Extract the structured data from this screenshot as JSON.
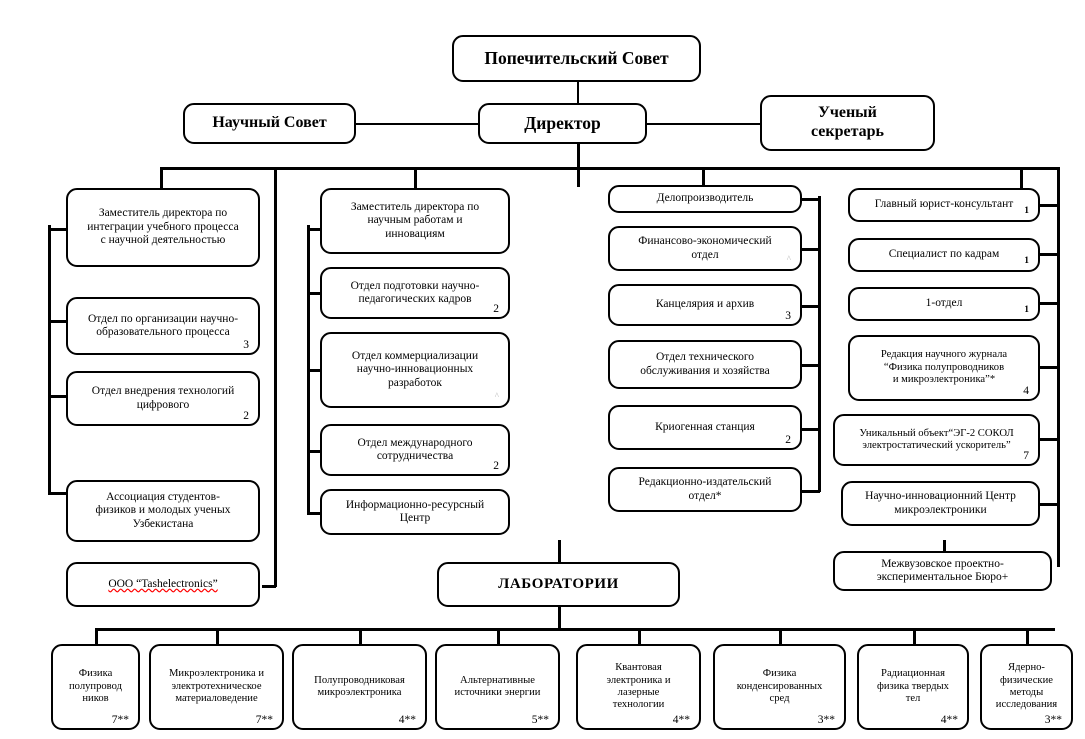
{
  "diagram": {
    "title": "Organizational structure chart",
    "language": "ru",
    "line_color": "#000000",
    "box_fill": "#ffffff",
    "spellcheck_underline_color": "#ff0000"
  },
  "top": {
    "board": "Попечительский Совет",
    "director": "Директор",
    "scientific_council": "Научный Совет",
    "academic_secretary": "Ученый\nсекретарь"
  },
  "column1": {
    "items": [
      {
        "label": "Заместитель директора по\nинтеграции  учебного процесса\nс научной деятельностью",
        "count": ""
      },
      {
        "label": "Отдел по организации научно-\nобразовательного процесса",
        "count": "3"
      },
      {
        "label": "Отдел внедрения  технологий\nцифрового",
        "count": "2"
      },
      {
        "label": "Ассоциация студентов-\nфизиков и молодых ученых\nУзбекистана",
        "count": ""
      }
    ],
    "affiliate": "ООО  “Tashelectronics”"
  },
  "column2": {
    "items": [
      {
        "label": "Заместитель директора по\nнаучным работам и\nинновациям",
        "count": ""
      },
      {
        "label": "Отдел подготовки научно-\nпедагогических кадров",
        "count": "2"
      },
      {
        "label": "Отдел коммерциализации\nнаучно-инновационных\nразработок",
        "count": "^"
      },
      {
        "label": "Отдел международного\nсотрудничества",
        "count": "2"
      },
      {
        "label": "Информационно-ресурсный\nЦентр",
        "count": ""
      }
    ]
  },
  "column3": {
    "items": [
      {
        "label": "Делопроизводитель",
        "count": ""
      },
      {
        "label": "Финансово-экономический\nотдел",
        "count": "^"
      },
      {
        "label": "Канцелярия и архив",
        "count": "3"
      },
      {
        "label": "Отдел технического\nобслуживания  и хозяйства",
        "count": ""
      },
      {
        "label": "Криогенная станция",
        "count": "2"
      },
      {
        "label": "Редакционно-издательский\nотдел*",
        "count": ""
      }
    ]
  },
  "column4": {
    "items": [
      {
        "label": "Главный юрист-консультант",
        "count": "1"
      },
      {
        "label": "Специалист  по кадрам",
        "count": "1"
      },
      {
        "label": "1-отдел",
        "count": "1"
      },
      {
        "label": "Редакция научного журнала\n“Физика полупроводников\nи микроэлектроника”*",
        "count": "4"
      },
      {
        "label": "Уникальный объект“ЭГ-2 СОКОЛ\nэлектростатический  ускоритель”",
        "count": "7"
      },
      {
        "label": "Научно-инновационний  Центр\nмикроэлектроники",
        "count": ""
      }
    ],
    "bureau": "Межвузовское проектно-\nэкспериментальное  Бюро+"
  },
  "labs": {
    "header": "ЛАБОРАТОРИИ",
    "items": [
      {
        "label": "Физика\nполупровод\nников",
        "count": "7**"
      },
      {
        "label": "Микроэлектроника и\nэлектротехническое\nматериаловедение",
        "count": "7**"
      },
      {
        "label": "Полупроводниковая\nмикроэлектроника",
        "count": "4**"
      },
      {
        "label": "Альтернативные\nисточники энергии",
        "count": "5**"
      },
      {
        "label": "Квантовая\nэлектроника и\nлазерные\nтехнологии",
        "count": "4**"
      },
      {
        "label": "Физика\nконденсированных\nсред",
        "count": "3**"
      },
      {
        "label": "Радиационная\nфизика твердых\nтел",
        "count": "4**"
      },
      {
        "label": "Ядерно-\nфизические\nметоды\nисследования",
        "count": "3**"
      }
    ]
  }
}
